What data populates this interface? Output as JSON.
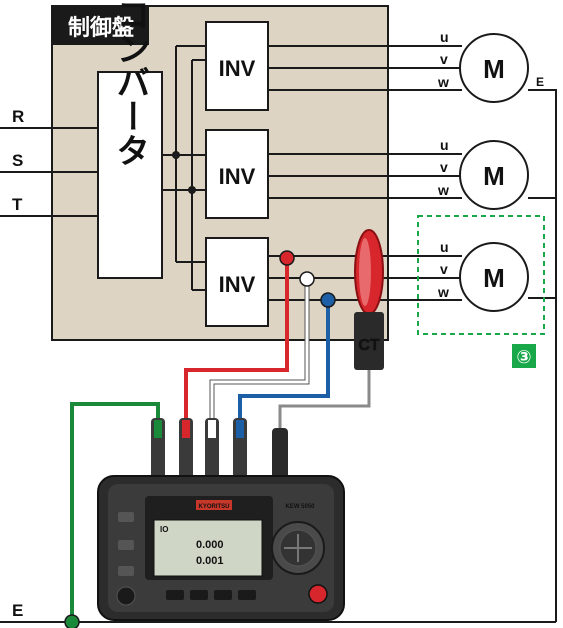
{
  "panel": {
    "title": "制御盤"
  },
  "converter": {
    "label": "コンバータ"
  },
  "inverters": [
    {
      "label": "INV"
    },
    {
      "label": "INV"
    },
    {
      "label": "INV"
    }
  ],
  "motors": [
    {
      "label": "M",
      "phases": [
        "u",
        "v",
        "w"
      ]
    },
    {
      "label": "M",
      "phases": [
        "u",
        "v",
        "w"
      ]
    },
    {
      "label": "M",
      "phases": [
        "u",
        "v",
        "w"
      ]
    }
  ],
  "inputs": {
    "r": "R",
    "s": "S",
    "t": "T"
  },
  "earth": {
    "top": "E",
    "bottom": "E"
  },
  "sensor": {
    "label": "CT"
  },
  "callout": {
    "number": "③"
  },
  "meter": {
    "brand": "KYORITSU",
    "model": "KEW 5050",
    "screen_title": "IO",
    "screen_line1": "0.000",
    "screen_line2": "0.001",
    "colors": {
      "red": "#d7262c",
      "white": "#ffffff",
      "blue": "#1d5fa6",
      "green": "#1a8a3a",
      "gray": "#8a8a8a"
    }
  },
  "colors": {
    "panel_fill": "#ddd4c3",
    "title_bg": "#1a1a1a",
    "callout_green": "#18a84a"
  }
}
